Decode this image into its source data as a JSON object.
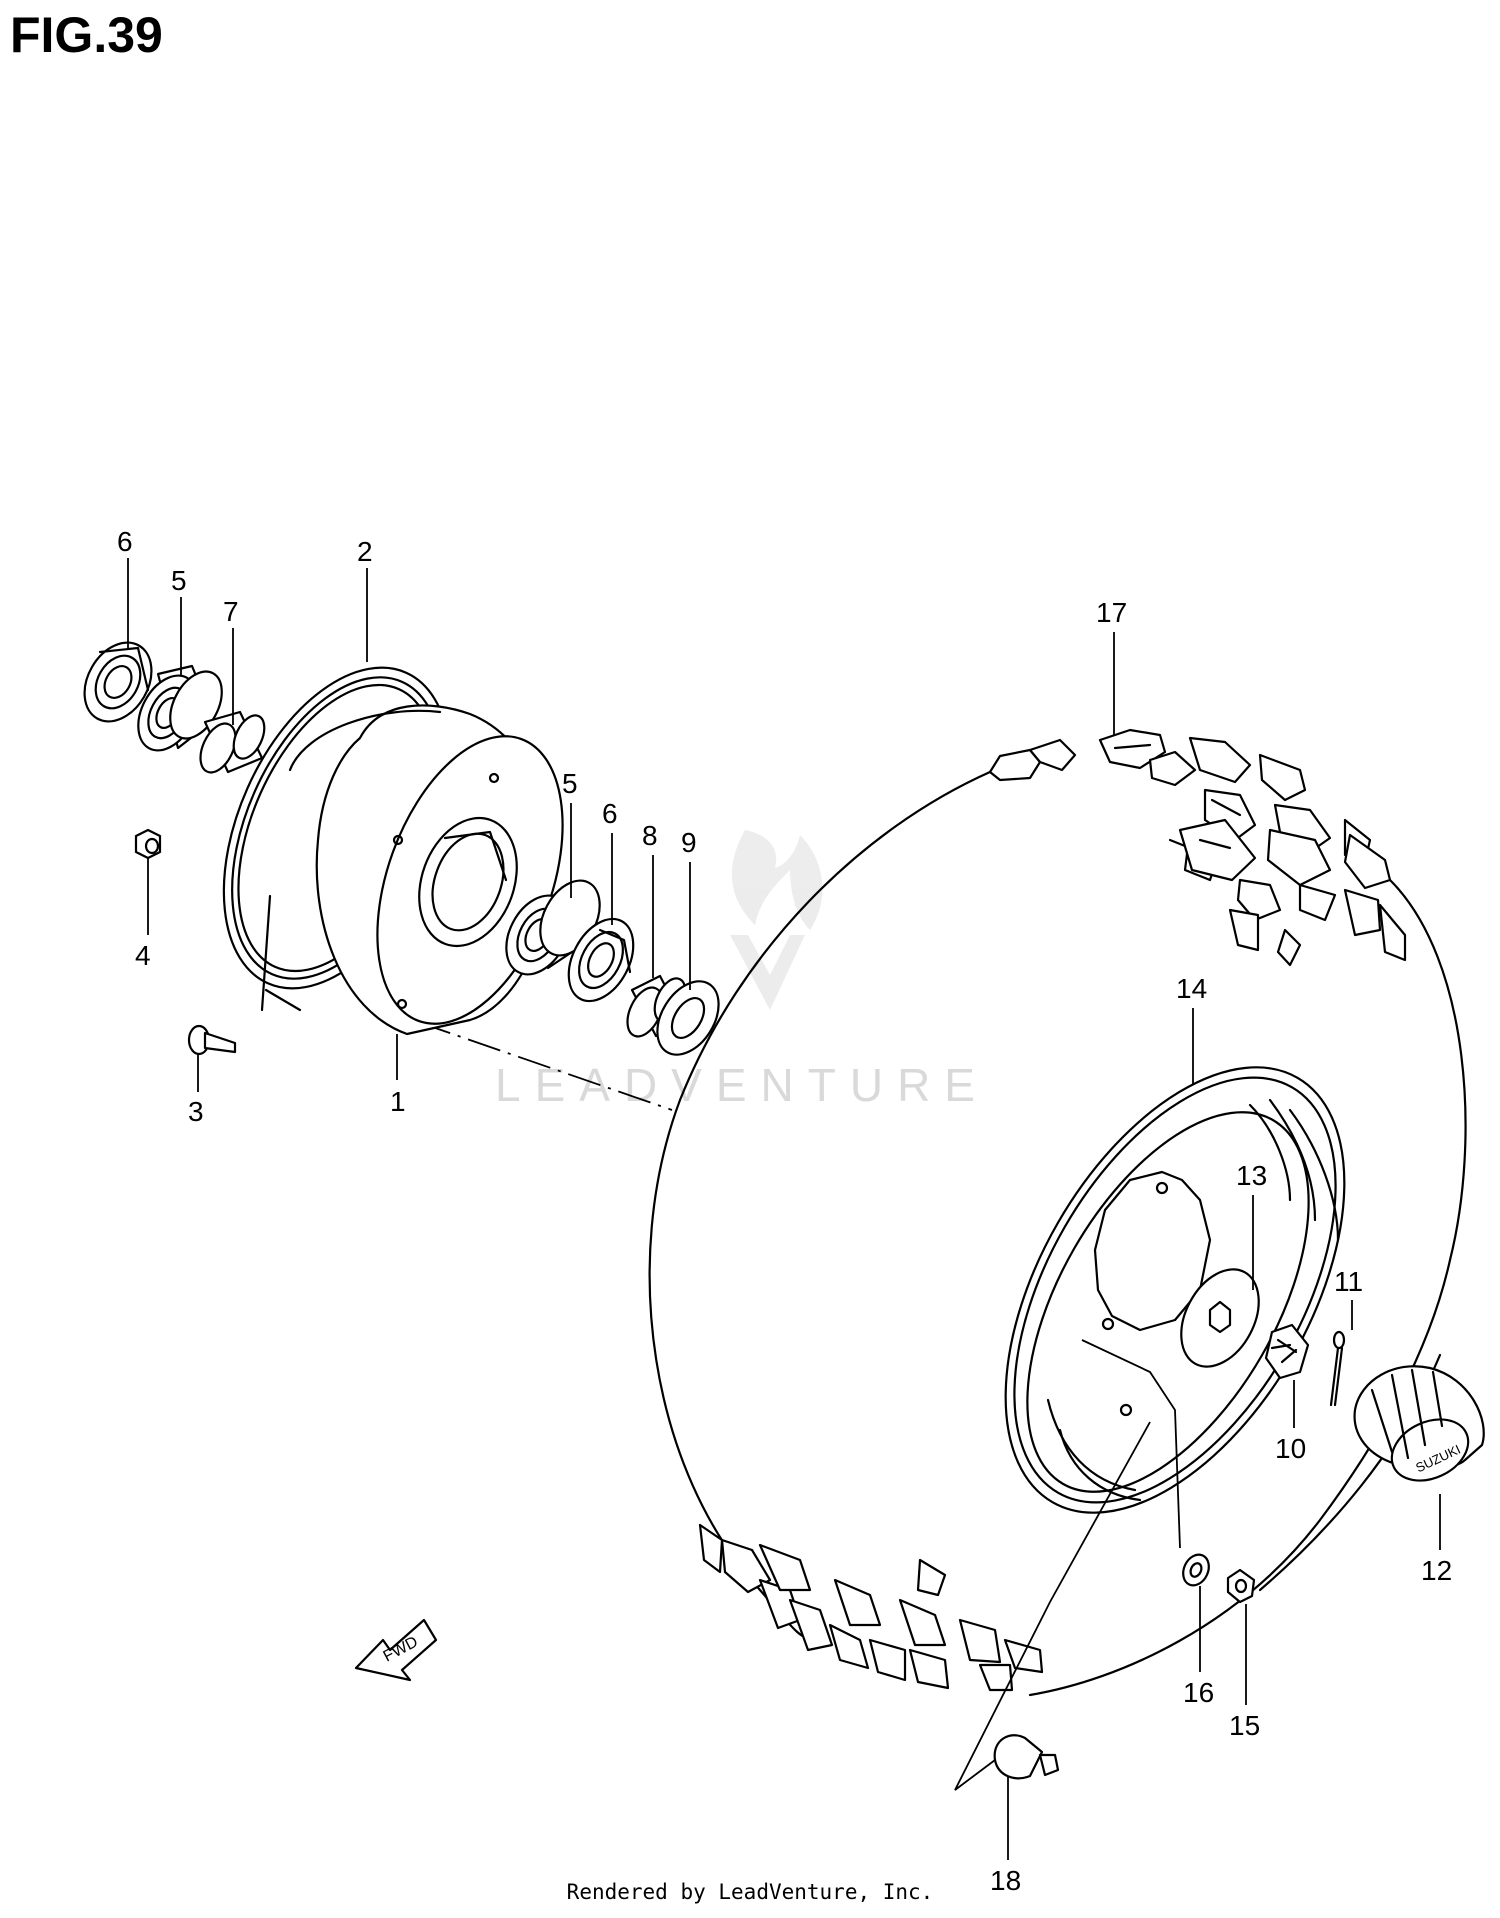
{
  "figure": {
    "title": "FIG.39",
    "footer": "Rendered by LeadVenture, Inc.",
    "watermark": "LEADVENTURE"
  },
  "callouts": [
    {
      "id": "c1",
      "label": "1"
    },
    {
      "id": "c2",
      "label": "2"
    },
    {
      "id": "c3",
      "label": "3"
    },
    {
      "id": "c4",
      "label": "4"
    },
    {
      "id": "c5a",
      "label": "5"
    },
    {
      "id": "c5b",
      "label": "5"
    },
    {
      "id": "c6a",
      "label": "6"
    },
    {
      "id": "c6b",
      "label": "6"
    },
    {
      "id": "c7",
      "label": "7"
    },
    {
      "id": "c8",
      "label": "8"
    },
    {
      "id": "c9",
      "label": "9"
    },
    {
      "id": "c10",
      "label": "10"
    },
    {
      "id": "c11",
      "label": "11"
    },
    {
      "id": "c12",
      "label": "12"
    },
    {
      "id": "c13",
      "label": "13"
    },
    {
      "id": "c14",
      "label": "14"
    },
    {
      "id": "c15",
      "label": "15"
    },
    {
      "id": "c16",
      "label": "16"
    },
    {
      "id": "c17",
      "label": "17"
    },
    {
      "id": "c18",
      "label": "18"
    }
  ],
  "direction_arrow": {
    "label": "FWD"
  },
  "cap_logo": {
    "text": "SUZUKI"
  }
}
